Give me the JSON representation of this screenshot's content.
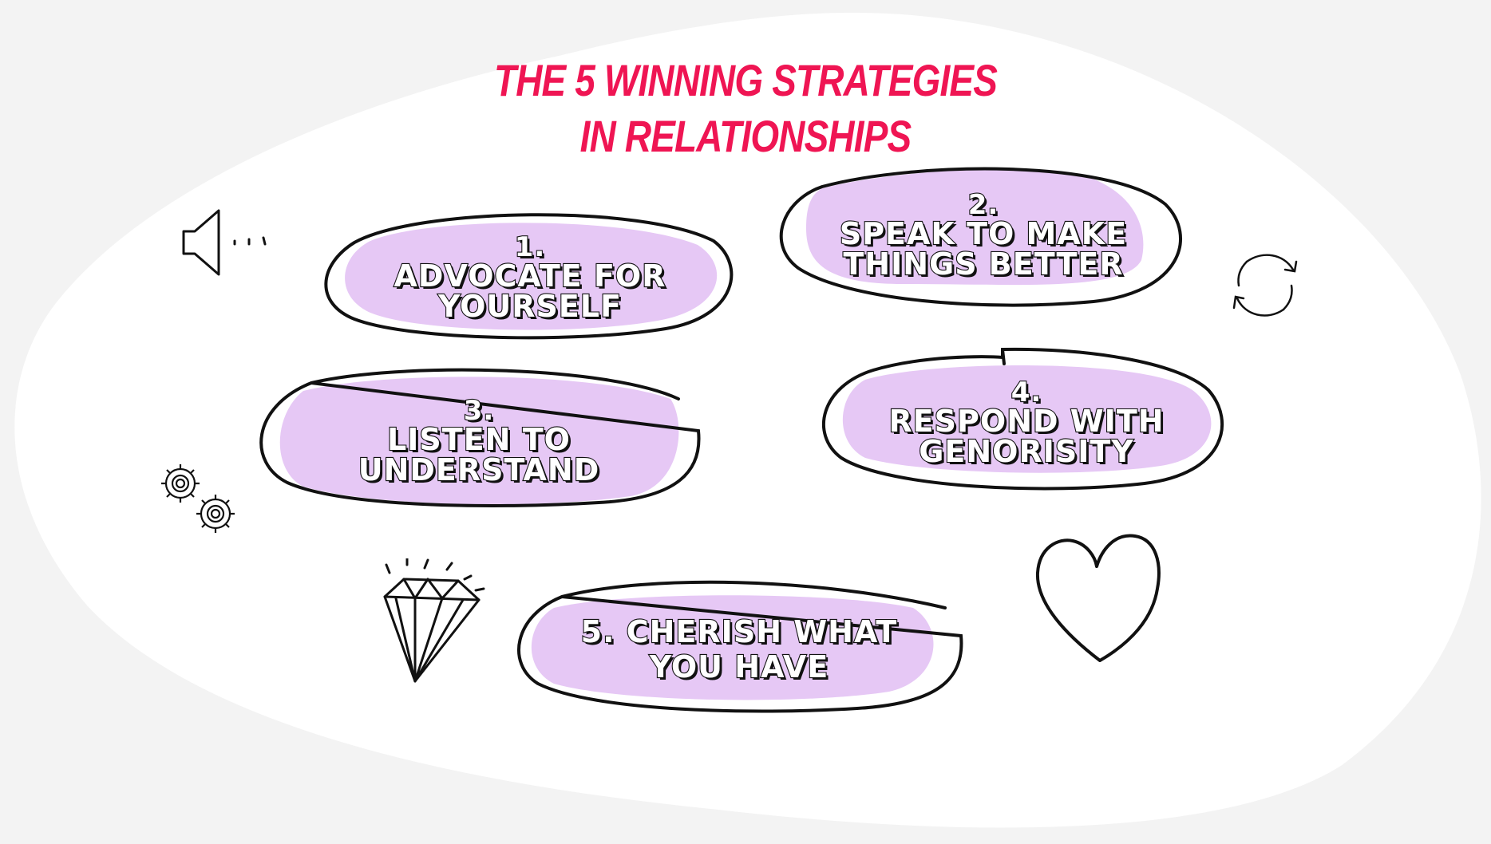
{
  "title": {
    "line1": "The 5 Winning Strategies",
    "line2": "in Relationships"
  },
  "colors": {
    "title": "#ef1553",
    "bubble_fill": "#e6c8f5",
    "outline": "#111111",
    "blob": "#ffffff",
    "background": "#f3f3f3"
  },
  "strategies": [
    {
      "number": "1.",
      "label": "Advocate for yourself"
    },
    {
      "number": "2.",
      "label": "Speak to make things better"
    },
    {
      "number": "3.",
      "label": "Listen to understand"
    },
    {
      "number": "4.",
      "label": "Respond with genorisity"
    },
    {
      "number": "",
      "label": "5. Cherish what you have"
    }
  ],
  "icons": [
    "speaker-icon",
    "refresh-icon",
    "gears-icon",
    "diamond-icon",
    "heart-icon"
  ]
}
